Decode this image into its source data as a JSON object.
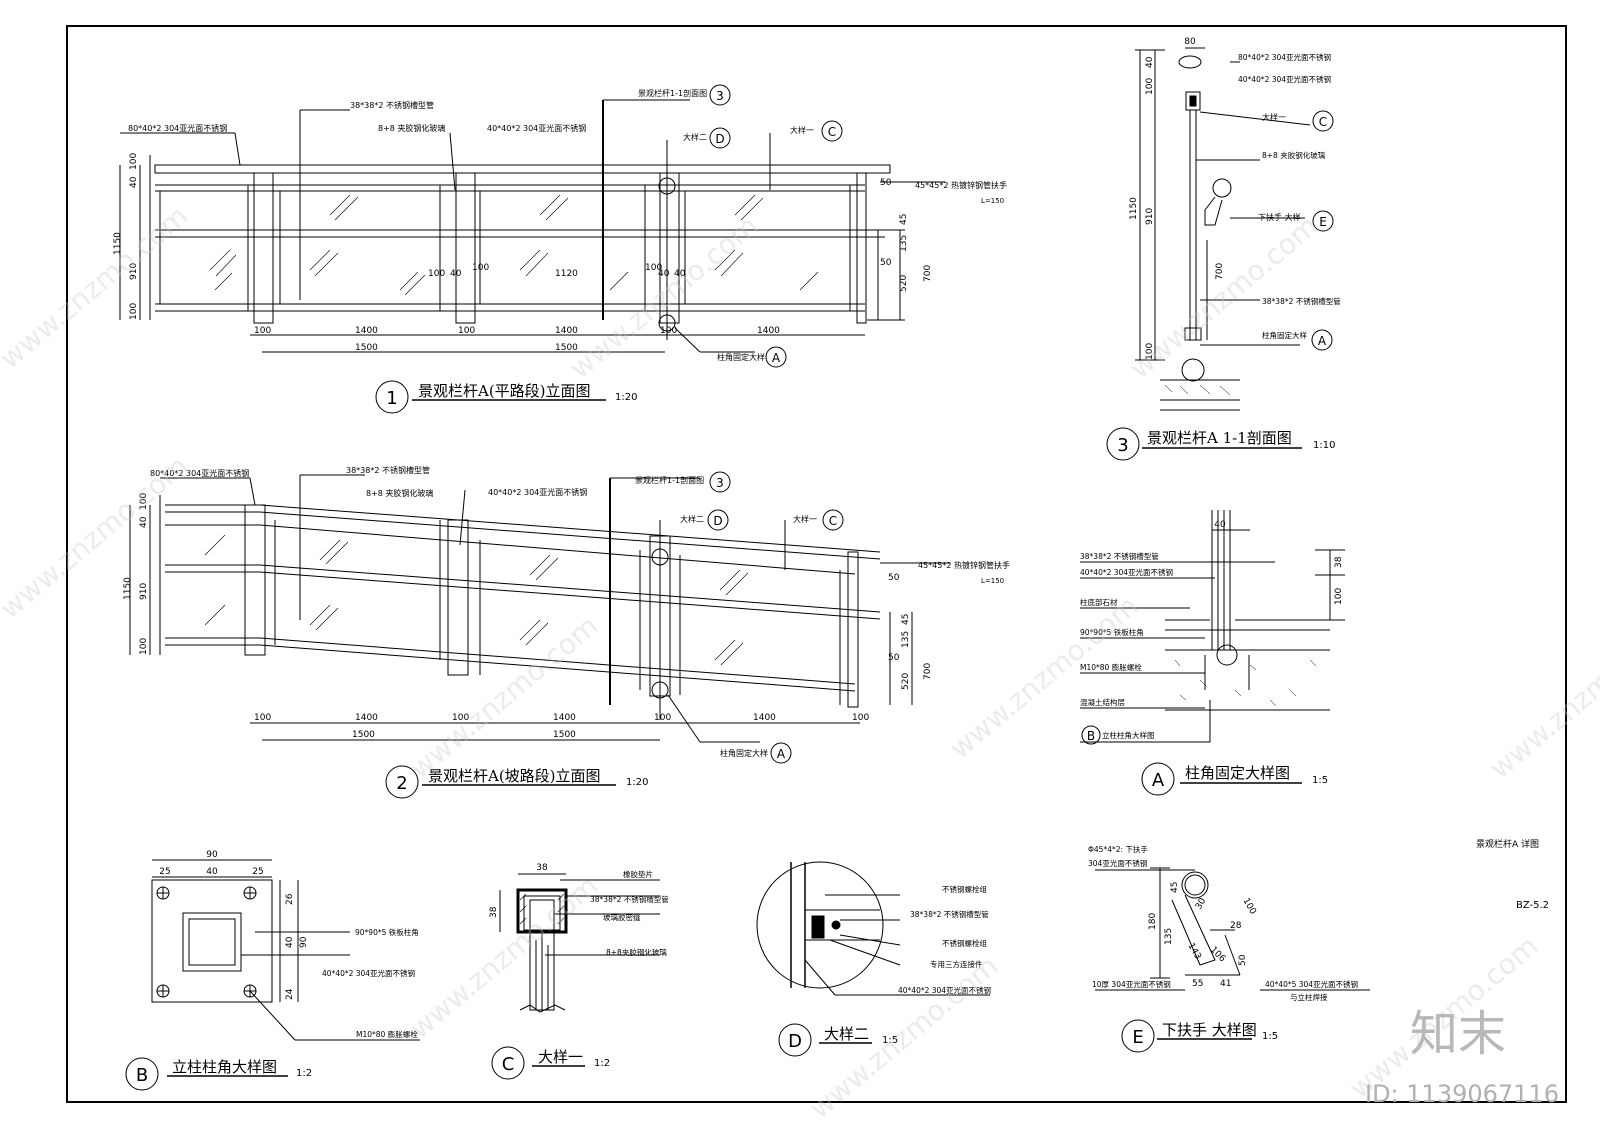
{
  "drawing": {
    "sheet_title": "景观栏杆A 详图",
    "sheet_no": "BZ-5.2",
    "logo": "知末",
    "id_text": "ID: 1139067116",
    "watermark": "www.znzmo.com"
  },
  "view1": {
    "num": "1",
    "title": "景观栏杆A(平路段)立面图",
    "scale": "1:20",
    "labels": {
      "top_rail": "80*40*2 304亚光面不锈钢",
      "channel": "38*38*2 不锈钢槽型管",
      "glass": "8+8 夹胶钢化玻璃",
      "post": "40*40*2  304亚光面不锈钢",
      "section_ref": "景观栏杆1-1剖面图",
      "detail2": "大样二",
      "detail1": "大样一",
      "handrail": "45*45*2 热镀锌钢管扶手",
      "handrail_len": "L=150",
      "base_ref": "柱角固定大样"
    },
    "refs": {
      "sec": "3",
      "d2": "D",
      "d1": "C",
      "base": "A"
    },
    "dims_left": [
      "100",
      "40",
      "1150",
      "910",
      "100"
    ],
    "dims_right": [
      "50",
      "45",
      "135",
      "50",
      "520",
      "700"
    ],
    "dims_inner": [
      "100",
      "40",
      "100",
      "1120",
      "100",
      "40",
      "40"
    ],
    "dims_bottom1": [
      "100",
      "1400",
      "100",
      "1400",
      "100",
      "1400"
    ],
    "dims_bottom2": [
      "1500",
      "1500"
    ]
  },
  "view2": {
    "num": "2",
    "title": "景观栏杆A(坡路段)立面图",
    "scale": "1:20",
    "labels": {
      "top_rail": "80*40*2 304亚光面不锈钢",
      "channel": "38*38*2 不锈钢槽型管",
      "glass": "8+8 夹胶钢化玻璃",
      "post": "40*40*2  304亚光面不锈钢",
      "section_ref": "景观栏杆1-1剖面图",
      "detail2": "大样二",
      "detail1": "大样一",
      "handrail": "45*45*2 热镀锌钢管扶手",
      "handrail_len": "L=150",
      "base_ref": "柱角固定大样"
    },
    "refs": {
      "sec": "3",
      "d2": "D",
      "d1": "C",
      "base": "A"
    },
    "dims_left": [
      "100",
      "40",
      "1150",
      "910",
      "100"
    ],
    "dims_right": [
      "50",
      "45",
      "135",
      "50",
      "520",
      "700"
    ],
    "dims_bottom1": [
      "100",
      "1400",
      "100",
      "1400",
      "100",
      "1400",
      "100"
    ],
    "dims_bottom2": [
      "1500",
      "1500"
    ]
  },
  "view3": {
    "num": "3",
    "title": "景观栏杆A 1-1剖面图",
    "scale": "1:10",
    "labels": {
      "top": "80*40*2 304亚光面不锈钢",
      "rail": "40*40*2 304亚光面不锈钢",
      "d1": "大样一",
      "glass": "8+8 夹胶钢化玻璃",
      "lower": "下扶手 大样",
      "channel": "38*38*2 不锈钢槽型管",
      "base": "柱角固定大样"
    },
    "refs": {
      "d1": "C",
      "lower": "E",
      "base": "A"
    },
    "dims": [
      "80",
      "40",
      "100",
      "1150",
      "910",
      "700",
      "100"
    ]
  },
  "viewA": {
    "num": "A",
    "title": "柱角固定大样图",
    "scale": "1:5",
    "labels": {
      "l1": "38*38*2 不锈钢槽型管",
      "l2": "40*40*2 304亚光面不锈钢",
      "l3": "柱底部石材",
      "l4": "90*90*5 铁板柱角",
      "l5": "M10*80 膨胀螺栓",
      "l6": "混凝土结构层",
      "ref": "立柱柱角大样图"
    },
    "ref_letter": "B",
    "dims": [
      "40",
      "38",
      "100"
    ]
  },
  "viewB": {
    "num": "B",
    "title": "立柱柱角大样图",
    "scale": "1:2",
    "labels": {
      "l1": "90*90*5 铁板柱角",
      "l2": "40*40*2 304亚光面不锈钢",
      "l3": "M10*80 膨胀螺栓"
    },
    "dims_top": [
      "90",
      "25",
      "40",
      "25"
    ],
    "dims_right": [
      "26",
      "40",
      "90",
      "24"
    ]
  },
  "viewC": {
    "num": "C",
    "title": "大样一",
    "scale": "1:2",
    "labels": {
      "l1": "橡胶垫片",
      "l2": "38*38*2 不锈钢槽型管",
      "l3": "玻璃胶密缝",
      "l4": "8+8夹胶钢化玻璃"
    },
    "dims": [
      "38",
      "38"
    ]
  },
  "viewD": {
    "num": "D",
    "title": "大样二",
    "scale": "1:5",
    "labels": {
      "l1": "不锈钢螺栓组",
      "l2": "38*38*2 不锈钢槽型管",
      "l3": "不锈钢螺栓组",
      "l4": "专用三方连接件",
      "l5": "40*40*2 304亚光面不锈钢"
    }
  },
  "viewE": {
    "num": "E",
    "title": "下扶手 大样图",
    "scale": "1:5",
    "labels": {
      "l1": "Φ45*4*2: 下扶手",
      "l2": "304亚光面不锈钢",
      "l3": "10厚 304亚光面不锈钢",
      "l4": "40*40*5 304亚光面不锈钢",
      "l5": "与立柱焊接"
    },
    "dims": [
      "45",
      "180",
      "135",
      "30",
      "100",
      "28",
      "143",
      "106",
      "50",
      "55",
      "41"
    ]
  }
}
